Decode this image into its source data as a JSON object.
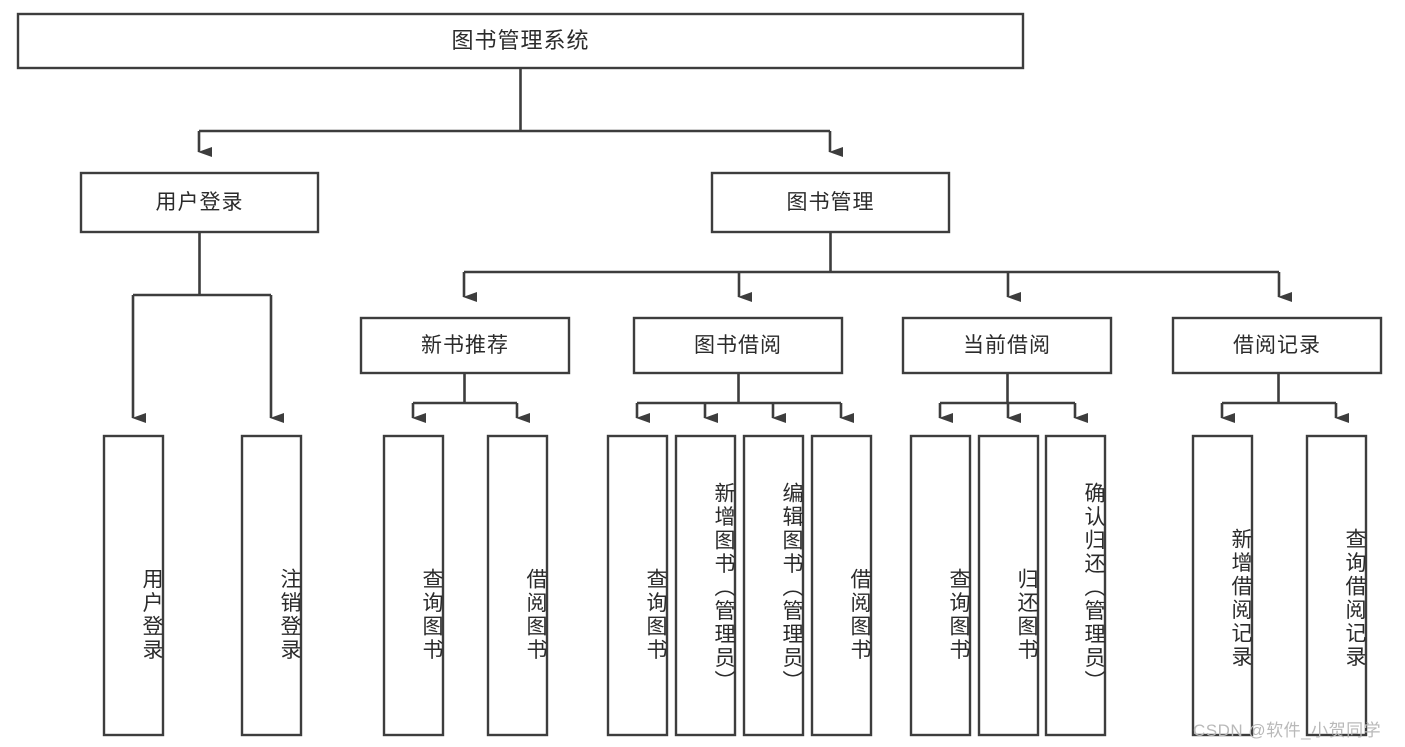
{
  "diagram": {
    "title": "图书管理系统",
    "type": "hierarchy-tree",
    "orientation": "top-down",
    "colors": {
      "background": "#ffffff",
      "box_fill": "#ffffff",
      "box_stroke": "#3d3d3d",
      "connector": "#3d3d3d",
      "text": "#2b2b2b",
      "watermark": "#b9b9b9"
    },
    "root": {
      "id": "root",
      "label": "图书管理系统",
      "orientation": "horizontal"
    },
    "level1": [
      {
        "id": "user-login",
        "label": "用户登录",
        "orientation": "horizontal"
      },
      {
        "id": "book-management",
        "label": "图书管理",
        "orientation": "horizontal"
      }
    ],
    "level2": [
      {
        "id": "new-book-recommend",
        "label": "新书推荐",
        "orientation": "horizontal",
        "parent": "book-management"
      },
      {
        "id": "book-borrow",
        "label": "图书借阅",
        "orientation": "horizontal",
        "parent": "book-management"
      },
      {
        "id": "current-borrow",
        "label": "当前借阅",
        "orientation": "horizontal",
        "parent": "book-management"
      },
      {
        "id": "borrow-record",
        "label": "借阅记录",
        "orientation": "horizontal",
        "parent": "book-management"
      }
    ],
    "leaves": [
      {
        "id": "leaf-user-login",
        "label": "用户登录",
        "parent": "user-login",
        "orientation": "vertical"
      },
      {
        "id": "leaf-logout-login",
        "label": "注销登录",
        "parent": "user-login",
        "orientation": "vertical"
      },
      {
        "id": "leaf-query-book-1",
        "label": "查询图书",
        "parent": "new-book-recommend",
        "orientation": "vertical"
      },
      {
        "id": "leaf-borrow-book-1",
        "label": "借阅图书",
        "parent": "new-book-recommend",
        "orientation": "vertical"
      },
      {
        "id": "leaf-query-book-2",
        "label": "查询图书",
        "parent": "book-borrow",
        "orientation": "vertical"
      },
      {
        "id": "leaf-add-book-admin",
        "label": "新增图书（管理员）",
        "parent": "book-borrow",
        "orientation": "vertical"
      },
      {
        "id": "leaf-edit-book-admin",
        "label": "编辑图书（管理员）",
        "parent": "book-borrow",
        "orientation": "vertical"
      },
      {
        "id": "leaf-borrow-book-2",
        "label": "借阅图书",
        "parent": "book-borrow",
        "orientation": "vertical"
      },
      {
        "id": "leaf-query-book-3",
        "label": "查询图书",
        "parent": "current-borrow",
        "orientation": "vertical"
      },
      {
        "id": "leaf-return-book",
        "label": "归还图书",
        "parent": "current-borrow",
        "orientation": "vertical"
      },
      {
        "id": "leaf-confirm-return-admin",
        "label": "确认归还（管理员）",
        "parent": "current-borrow",
        "orientation": "vertical"
      },
      {
        "id": "leaf-add-borrow-record",
        "label": "新增借阅记录",
        "parent": "borrow-record",
        "orientation": "vertical"
      },
      {
        "id": "leaf-query-borrow-record",
        "label": "查询借阅记录",
        "parent": "borrow-record",
        "orientation": "vertical"
      }
    ]
  },
  "watermark": {
    "text": "CSDN @软件_小贺同学"
  }
}
